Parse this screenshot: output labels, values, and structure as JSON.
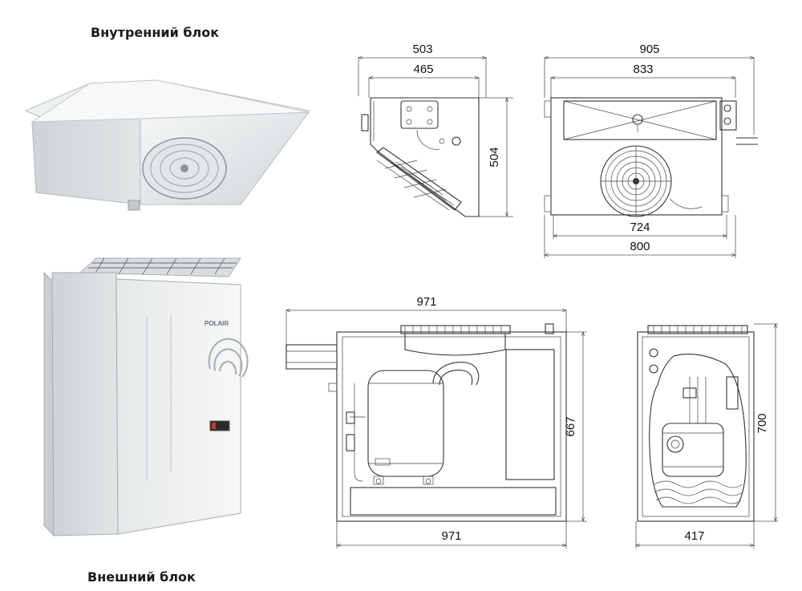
{
  "labels": {
    "indoor_unit": "Внутренний блок",
    "outdoor_unit": "Внешний блок",
    "brand": "POLAIR"
  },
  "dimensions": {
    "indoor_side_total_width": "503",
    "indoor_side_inner_width": "465",
    "indoor_side_height": "504",
    "indoor_front_total_width": "905",
    "indoor_front_inner_width": "833",
    "indoor_front_bottom_inner": "724",
    "indoor_front_bottom_total": "800",
    "outdoor_front_top_width": "971",
    "outdoor_front_bottom_width": "971",
    "outdoor_front_height": "667",
    "outdoor_side_height": "700",
    "outdoor_side_width": "417"
  },
  "icons": {
    "indoor_photo": "evaporator-unit-icon",
    "outdoor_photo": "condensing-unit-icon"
  }
}
